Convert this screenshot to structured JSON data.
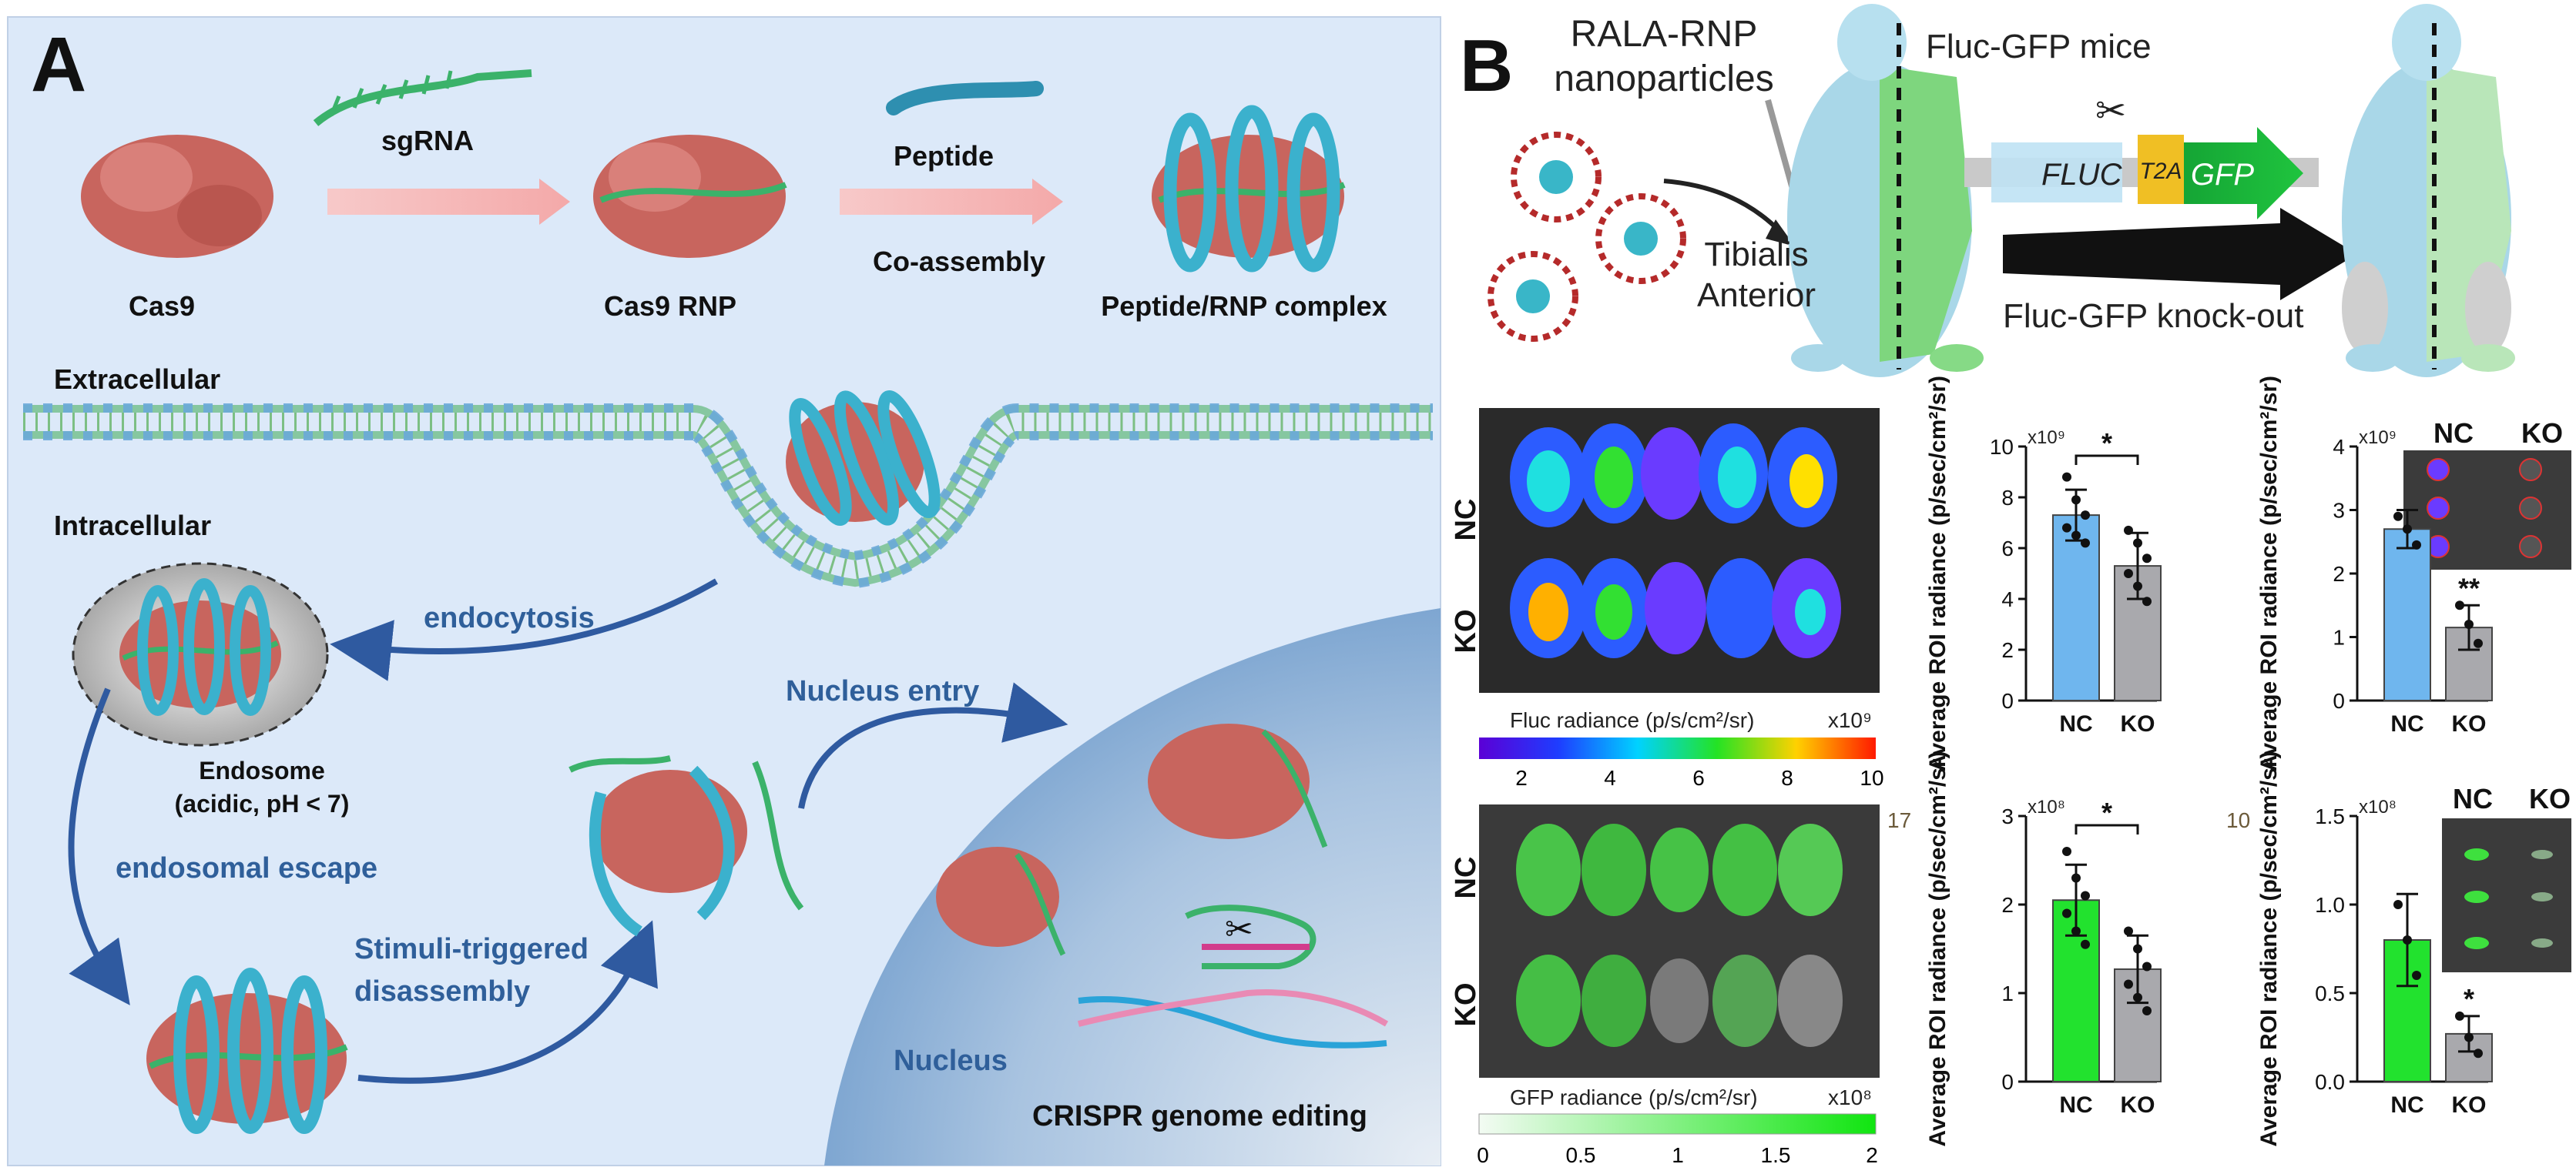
{
  "panel_a": {
    "letter": "A",
    "sgrna": "sgRNA",
    "peptide": "Peptide",
    "co_assembly": "Co-assembly",
    "cas9": "Cas9",
    "cas9_rnp": "Cas9 RNP",
    "complex": "Peptide/RNP complex",
    "extracellular": "Extracellular",
    "intracellular": "Intracellular",
    "endocytosis": "endocytosis",
    "endosome": "Endosome",
    "endosome_sub": "(acidic, pH < 7)",
    "endosomal_escape": "endosomal escape",
    "nucleus_entry": "Nucleus entry",
    "stimuli1": "Stimuli-triggered",
    "stimuli2": "disassembly",
    "nucleus": "Nucleus",
    "crispr": "CRISPR genome editing"
  },
  "panel_b": {
    "letter": "B",
    "rala1": "RALA-RNP",
    "rala2": "nanoparticles",
    "mice": "Fluc-GFP mice",
    "tibialis1": "Tibialis",
    "tibialis2": "Anterior",
    "fluc": "FLUC",
    "t2a": "T2A",
    "gfp": "GFP",
    "knockout": "Fluc-GFP knock-out",
    "nc": "NC",
    "ko": "KO",
    "fluc_scale_label": "Fluc radiance (p/s/cm²/sr)",
    "fluc_scale_mult": "x10⁹",
    "fluc_ticks": [
      "2",
      "4",
      "6",
      "8",
      "10"
    ],
    "gfp_scale_label": "GFP radiance (p/s/cm²/sr)",
    "gfp_scale_mult": "x10⁸",
    "gfp_ticks": [
      "0",
      "0.5",
      "1",
      "1.5",
      "2"
    ],
    "edge_17": "17",
    "edge_10": "10"
  },
  "colors": {
    "bg_a": "#dce9f9",
    "nc_blue": "#6fb6ee",
    "ko_gray": "#a9a9ad",
    "gfp_green": "#22e22e",
    "text_blue": "#2f5f9a"
  },
  "chart_data": [
    {
      "type": "bar",
      "categories": [
        "NC",
        "KO"
      ],
      "values": [
        7.3,
        5.3
      ],
      "errors": [
        1.0,
        1.3
      ],
      "points": [
        [
          8.8,
          7.9,
          7.3,
          6.8,
          6.5,
          6.2
        ],
        [
          6.7,
          6.2,
          5.6,
          5.0,
          4.5,
          3.9
        ]
      ],
      "ylabel": "Average ROI radiance (p/sec/cm²/sr)",
      "yexp": "x10⁹",
      "ylim": [
        0,
        10
      ],
      "ticks": [
        "0",
        "2",
        "4",
        "6",
        "8",
        "10"
      ],
      "significance": "*",
      "colors": [
        "#6fb6ee",
        "#a9a9ad"
      ]
    },
    {
      "type": "bar",
      "categories": [
        "NC",
        "KO"
      ],
      "values": [
        2.7,
        1.15
      ],
      "errors": [
        0.3,
        0.35
      ],
      "points": [
        [
          2.9,
          2.7,
          2.45
        ],
        [
          1.5,
          1.2,
          0.9
        ]
      ],
      "ylabel": "Average ROI radiance (p/sec/cm²/sr)",
      "yexp": "x10⁹",
      "ylim": [
        0,
        4
      ],
      "ticks": [
        "0",
        "1",
        "2",
        "3",
        "4"
      ],
      "significance": "**",
      "colors": [
        "#6fb6ee",
        "#a9a9ad"
      ],
      "inset_labels": [
        "NC",
        "KO"
      ]
    },
    {
      "type": "bar",
      "categories": [
        "NC",
        "KO"
      ],
      "values": [
        2.05,
        1.27
      ],
      "errors": [
        0.4,
        0.38
      ],
      "points": [
        [
          2.6,
          2.3,
          2.1,
          1.9,
          1.7,
          1.55
        ],
        [
          1.7,
          1.5,
          1.3,
          1.1,
          0.95,
          0.8
        ]
      ],
      "ylabel": "Average ROI radiance (p/sec/cm²/sr)",
      "yexp": "x10⁸",
      "ylim": [
        0,
        3
      ],
      "ticks": [
        "0",
        "1",
        "2",
        "3"
      ],
      "significance": "*",
      "colors": [
        "#22e22e",
        "#a9a9ad"
      ]
    },
    {
      "type": "bar",
      "categories": [
        "NC",
        "KO"
      ],
      "values": [
        0.8,
        0.27
      ],
      "errors": [
        0.26,
        0.1
      ],
      "points": [
        [
          1.0,
          0.8,
          0.6
        ],
        [
          0.37,
          0.25,
          0.16
        ]
      ],
      "ylabel": "Average ROI radiance (p/sec/cm²/sr)",
      "yexp": "x10⁸",
      "ylim": [
        0,
        1.5
      ],
      "ticks": [
        "0.0",
        "0.5",
        "1.0",
        "1.5"
      ],
      "significance": "*",
      "colors": [
        "#22e22e",
        "#a9a9ad"
      ],
      "inset_labels": [
        "NC",
        "KO"
      ]
    }
  ]
}
